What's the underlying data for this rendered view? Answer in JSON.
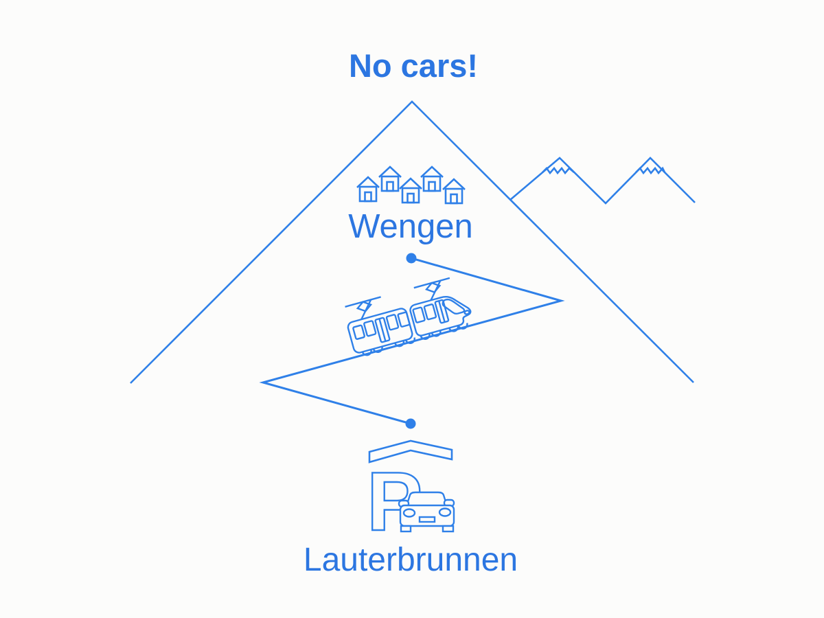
{
  "title": {
    "text": "No cars!"
  },
  "stations": {
    "top": "Wengen",
    "bottom": "Lauterbrunnen"
  },
  "garage": {
    "letter": "P"
  },
  "colors": {
    "accent": "#2F80E8",
    "text_accent": "#2C76E1",
    "background": "#FCFCFB"
  },
  "icons": {
    "mountain": "mountain-outline-icon",
    "snow_peaks": "snowy-peaks-icon",
    "houses": "village-houses-icon",
    "railway": "zigzag-railway-line",
    "train": "cogwheel-train-icon",
    "garage": "parking-garage-icon",
    "car": "car-front-icon"
  }
}
